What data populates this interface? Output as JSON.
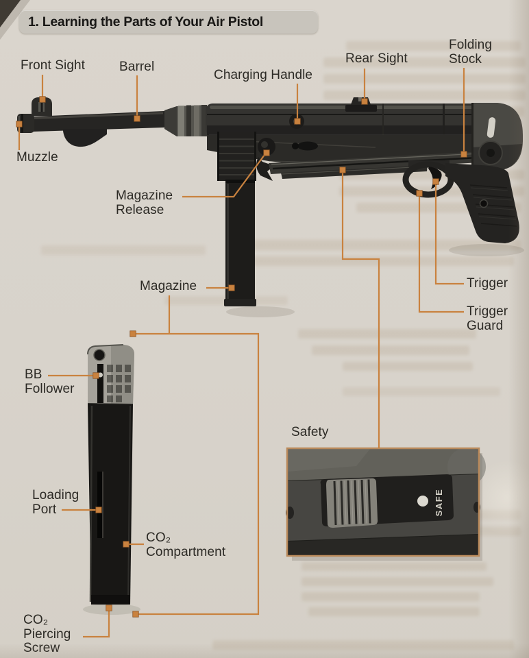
{
  "page": {
    "title": "1. Learning the Parts of Your Air Pistol"
  },
  "part_labels": {
    "front_sight": "Front Sight",
    "barrel": "Barrel",
    "charging_handle": "Charging Handle",
    "rear_sight": "Rear Sight",
    "folding_stock": "Folding\nStock",
    "muzzle": "Muzzle",
    "magazine_release": "Magazine\nRelease",
    "magazine": "Magazine",
    "trigger": "Trigger",
    "trigger_guard": "Trigger\nGuard",
    "bb_follower": "BB\nFollower",
    "loading_port": "Loading\nPort",
    "co2_compartment": "CO₂\nCompartment",
    "co2_piercing_screw": "CO₂\nPiercing\nScrew",
    "safety": "Safety"
  },
  "safety_closeup": {
    "marking": "SAFE"
  },
  "colors": {
    "leader_line": "#c9823f",
    "page_background": "#d9d4cb",
    "title_bar_background": "#c8c4bc",
    "label_text": "#2c2a25"
  }
}
